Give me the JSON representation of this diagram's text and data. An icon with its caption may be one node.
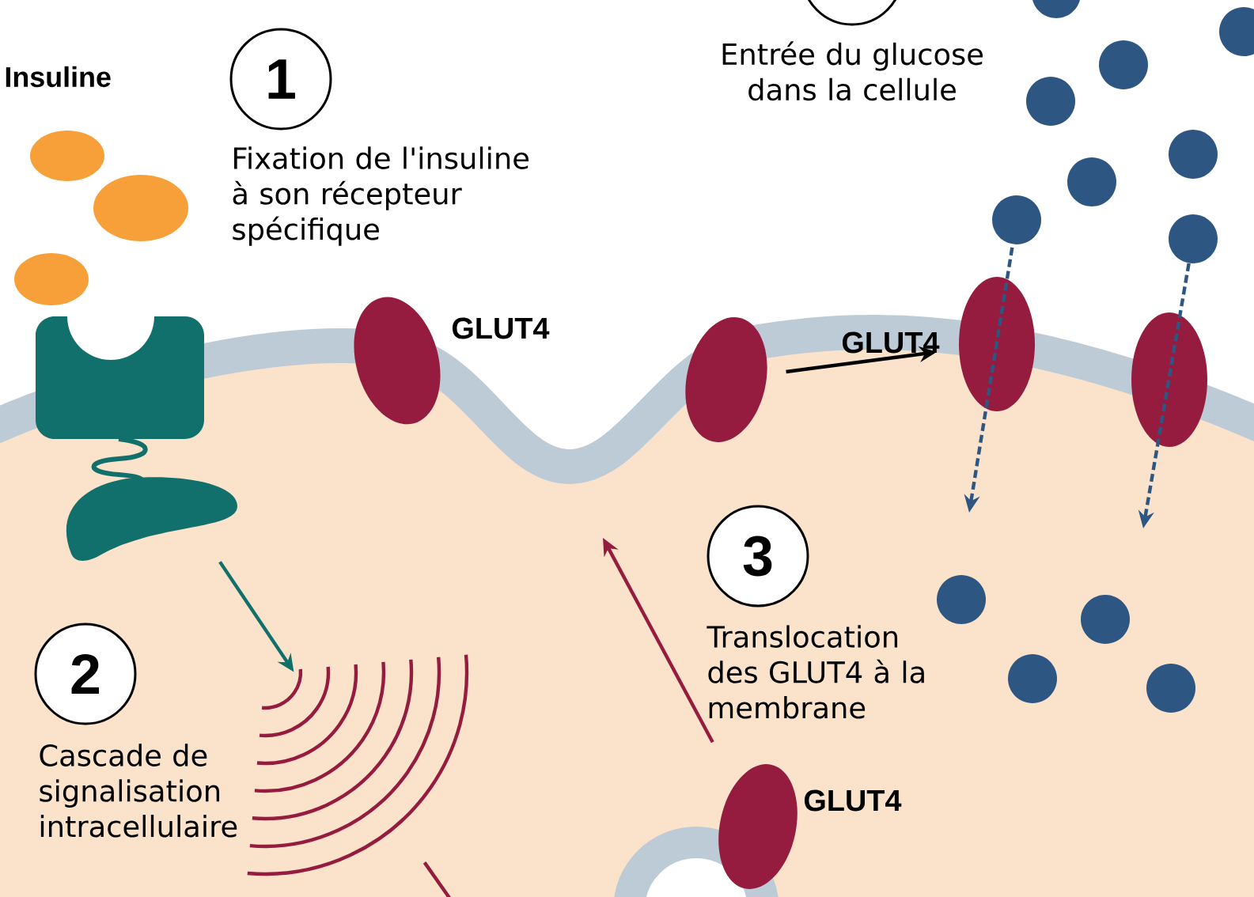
{
  "diagram": {
    "nodes": [
      {
        "text": [
          "1"
        ],
        "beside": [
          "Fixation de l'insuline à son récepteur spécifique"
        ]
      },
      {
        "text": [
          "2"
        ],
        "beside": [
          "Cascade de signalisation intracellulaire"
        ]
      },
      {
        "text": [
          "3"
        ],
        "beside": [
          "Translocation des GLUT4 à la membrane"
        ]
      },
      {
        "text": [],
        "shape": "circle",
        "beside": [
          "Entrée du glucose dans la cellule"
        ]
      },
      {
        "text": [],
        "shape": "picture"
      },
      {
        "text": [],
        "shape": "picture"
      },
      {
        "text": [],
        "shape": "ellipse",
        "beside": [
          "GLUT4"
        ]
      },
      {
        "text": [],
        "shape": "ellipse",
        "beside": [
          "GLUT4"
        ]
      },
      {
        "text": [],
        "shape": "ellipse"
      },
      {
        "text": [],
        "shape": "ellipse",
        "beside": [
          "GLUT4"
        ]
      },
      {
        "text": [],
        "shape": "ellipse"
      },
      {
        "text": [],
        "shape": "circle"
      },
      {
        "text": [],
        "shape": "circle"
      },
      {
        "text": [],
        "shape": "circle"
      },
      {
        "text": [],
        "shape": "circle"
      },
      {
        "text": [],
        "shape": "circle"
      },
      {
        "text": [],
        "shape": "circle"
      },
      {
        "text": [],
        "shape": "circle"
      },
      {
        "text": [],
        "shape": "circle"
      },
      {
        "text": [],
        "shape": "circle"
      },
      {
        "text": [],
        "shape": "circle"
      },
      {
        "text": [],
        "shape": "circle"
      },
      {
        "text": [],
        "shape": "circle"
      },
      {
        "text": [],
        "shape": "ellipse"
      },
      {
        "text": [],
        "shape": "ellipse"
      },
      {
        "text": [],
        "shape": "ellipse"
      }
    ],
    "edges": [
      {
        "from": 4,
        "to": 5,
        "arrow": "to",
        "color": "#11706b"
      },
      {
        "from": 5,
        "to": null,
        "arrow": "none",
        "color": "#951c3f"
      },
      {
        "from": 6,
        "to": null,
        "arrow": "to",
        "color": "#951c3f"
      },
      {
        "from": 8,
        "to": 9,
        "arrow": "to",
        "color": "#000000"
      },
      {
        "from": 17,
        "to": null,
        "arrow": "to",
        "style": "dashed",
        "color": "#2e5683"
      },
      {
        "from": 18,
        "to": null,
        "arrow": "to",
        "style": "dashed",
        "color": "#2e5683"
      }
    ],
    "labels": [
      "Insuline"
    ]
  }
}
